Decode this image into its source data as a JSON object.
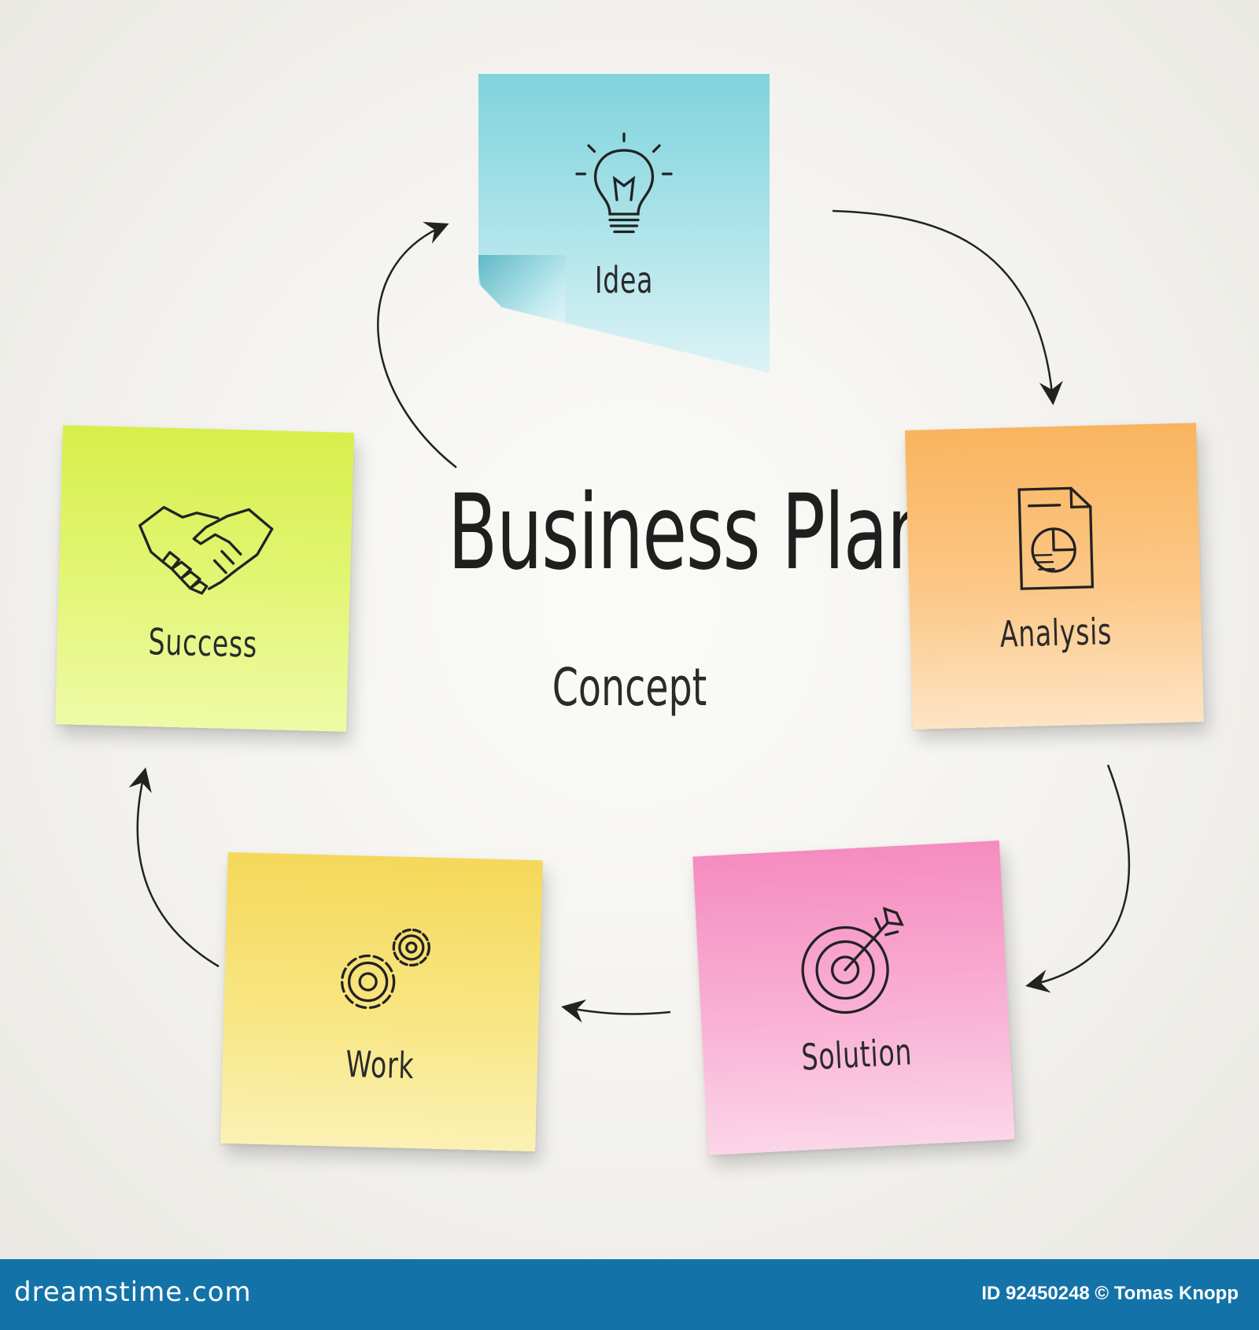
{
  "diagram": {
    "title": "Business Plan",
    "subtitle": "Concept",
    "steps": [
      {
        "id": "idea",
        "label": "Idea",
        "icon": "lightbulb-icon",
        "color": "#9fdfe6"
      },
      {
        "id": "analysis",
        "label": "Analysis",
        "icon": "document-chart-icon",
        "color": "#fbc37a"
      },
      {
        "id": "solution",
        "label": "Solution",
        "icon": "target-arrow-icon",
        "color": "#f7a5cd"
      },
      {
        "id": "work",
        "label": "Work",
        "icon": "gears-icon",
        "color": "#f7e27a"
      },
      {
        "id": "success",
        "label": "Success",
        "icon": "handshake-icon",
        "color": "#e0f46a"
      }
    ]
  },
  "footer": {
    "brand": "dreamstime.com",
    "credit": "ID 92450248 © Tomas Knopp"
  }
}
